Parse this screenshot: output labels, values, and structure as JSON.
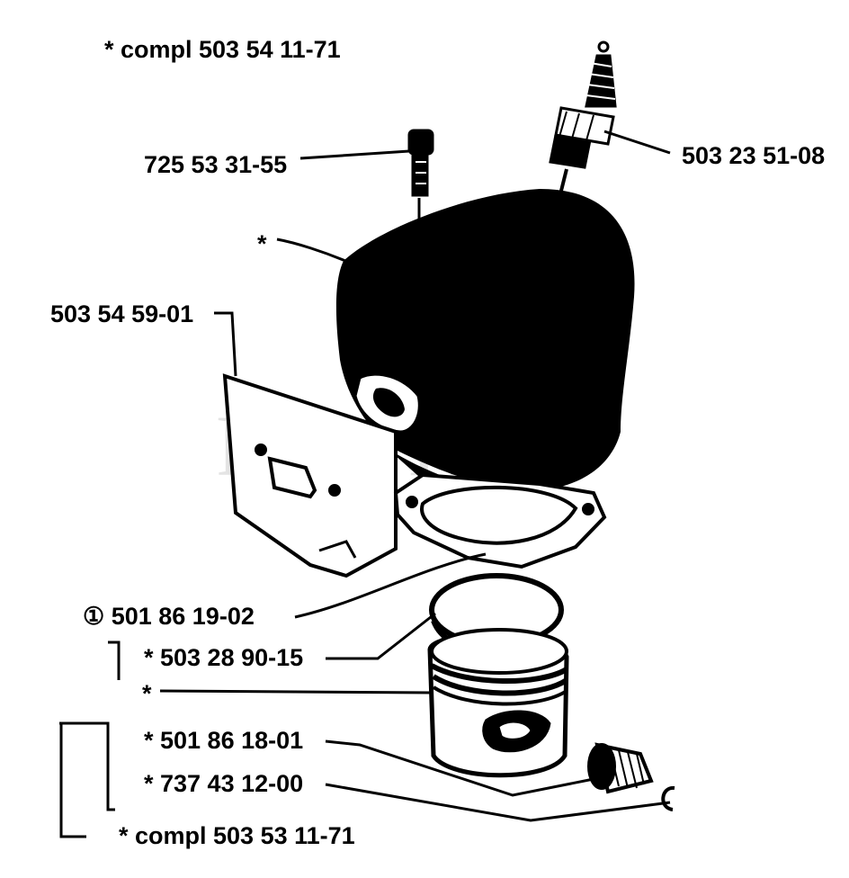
{
  "watermark": "PartsTree",
  "labels": {
    "cylinder_assembly": "*  compl 503 54 11-71",
    "spark_plug": "503 23 51-08",
    "screw": "725 53 31-55",
    "cylinder": "*",
    "gasket_plate": "503 54 59-01",
    "base_gasket": "① 501 86 19-02",
    "piston_ring": "*  503 28 90-15",
    "piston": "*",
    "needle_bearing": "*  501 86 18-01",
    "circlip": "*  737 43 12-00",
    "piston_assembly": "*  compl 503 53 11-71"
  },
  "colors": {
    "ink": "#000000",
    "paper": "#ffffff",
    "watermark": "#e4e4e4"
  }
}
